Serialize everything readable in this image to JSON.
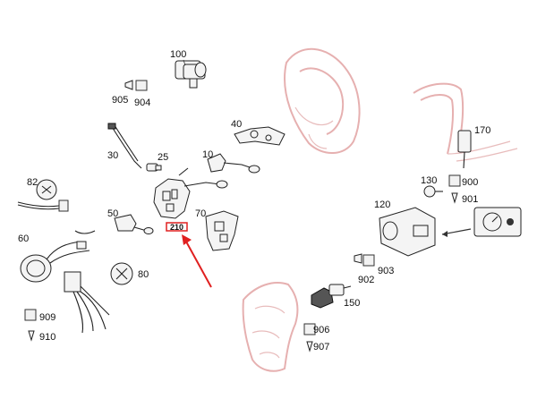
{
  "labels": {
    "p100": "100",
    "p904": "904",
    "p905": "905",
    "p40": "40",
    "p30": "30",
    "p25": "25",
    "p10": "10",
    "p82": "82",
    "p50": "50",
    "p70": "70",
    "p60": "60",
    "p909": "909",
    "p910": "910",
    "p80": "80",
    "p170": "170",
    "p130": "130",
    "p900": "900",
    "p901": "901",
    "p120": "120",
    "p903": "903",
    "p902": "902",
    "p150": "150",
    "p906": "906",
    "p907": "907"
  },
  "highlight": {
    "label": "210"
  },
  "colors": {
    "highlight": "#e02020",
    "ghost": "#e6b0b0",
    "ink": "#222222"
  }
}
